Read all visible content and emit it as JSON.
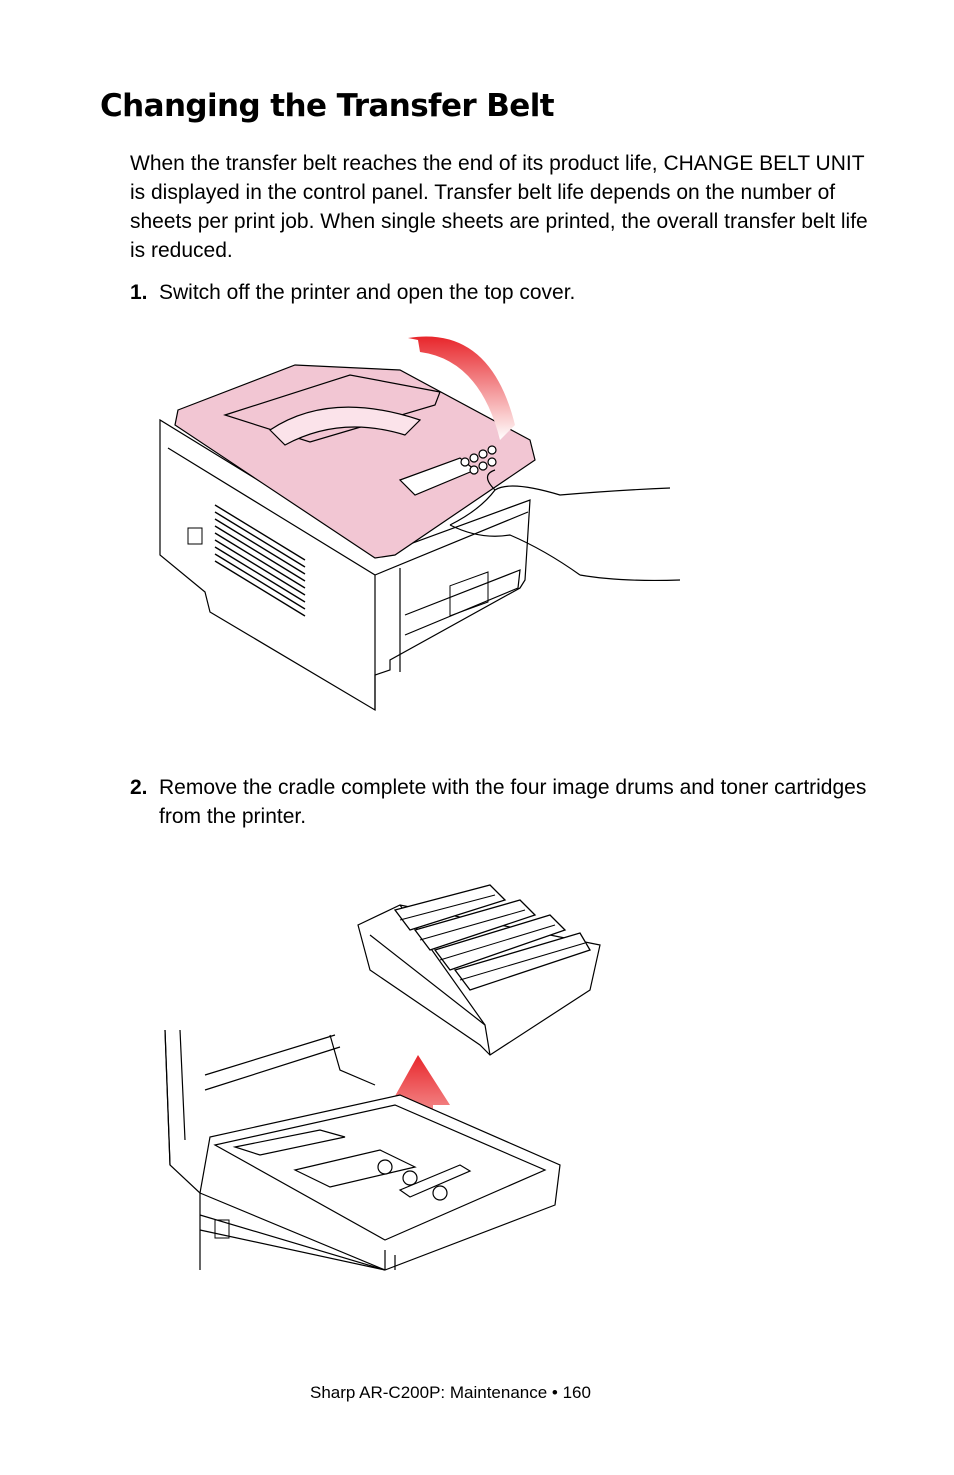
{
  "page": {
    "title": "Changing the Transfer Belt",
    "intro": "When the transfer belt reaches the end of its product life, CHANGE BELT UNIT is displayed in the control panel. Transfer belt life depends on the number of sheets per print job. When single sheets are printed, the overall transfer belt life is reduced.",
    "steps": [
      {
        "number": "1.",
        "text": "Switch off the printer and open the top cover."
      },
      {
        "number": "2.",
        "text": "Remove the cradle complete with the four image drums and toner cartridges from the printer."
      }
    ],
    "footer": "Sharp AR-C200P: Maintenance  •  160"
  },
  "colors": {
    "cover_highlight": "#f2c6d3",
    "arrow_red": "#e8262b"
  }
}
